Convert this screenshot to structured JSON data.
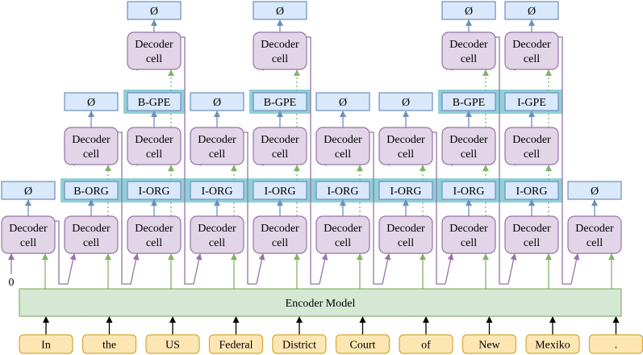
{
  "tokens": [
    "In",
    "the",
    "US",
    "Federal",
    "District",
    "Court",
    "of",
    "New",
    "Mexiko",
    "."
  ],
  "encoder_label": "Encoder Model",
  "decoder_label_line1": "Decoder",
  "decoder_label_line2": "cell",
  "initial_input": "0",
  "columns": [
    [
      "Ø"
    ],
    [
      "B-ORG",
      "Ø"
    ],
    [
      "I-ORG",
      "B-GPE",
      "Ø"
    ],
    [
      "I-ORG",
      "Ø"
    ],
    [
      "I-ORG",
      "B-GPE",
      "Ø"
    ],
    [
      "I-ORG",
      "Ø"
    ],
    [
      "I-ORG",
      "Ø"
    ],
    [
      "I-ORG",
      "B-GPE",
      "Ø"
    ],
    [
      "I-ORG",
      "I-GPE",
      "Ø"
    ],
    [
      "Ø"
    ]
  ],
  "colors": {
    "token_fill": "#fee6b4",
    "token_stroke": "#d8a630",
    "encoder_fill": "#d5e8d3",
    "encoder_stroke": "#82b366",
    "decoder_fill": "#e1d5e7",
    "decoder_stroke": "#9673a6",
    "label_fill": "#dae8fc",
    "label_stroke": "#6c8ebf",
    "highlight": "#8fd0d8",
    "green_arrow": "#82b366",
    "purple_arrow": "#9673a6",
    "blue_arrow": "#6c8ebf"
  }
}
